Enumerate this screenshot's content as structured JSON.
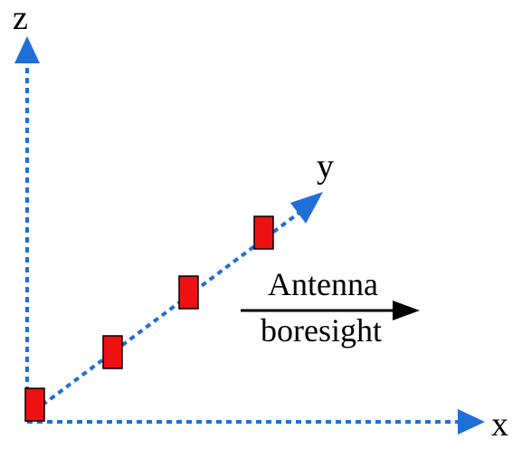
{
  "axes": {
    "z_label": "z",
    "y_label": "y",
    "x_label": "x"
  },
  "annotation": {
    "line1": "Antenna",
    "line2": "boresight"
  },
  "colors": {
    "axis": "#1f6fd6",
    "element_fill": "#ee1111",
    "element_stroke": "#000000",
    "arrow": "#000000"
  },
  "antenna_elements": {
    "count": 4
  }
}
